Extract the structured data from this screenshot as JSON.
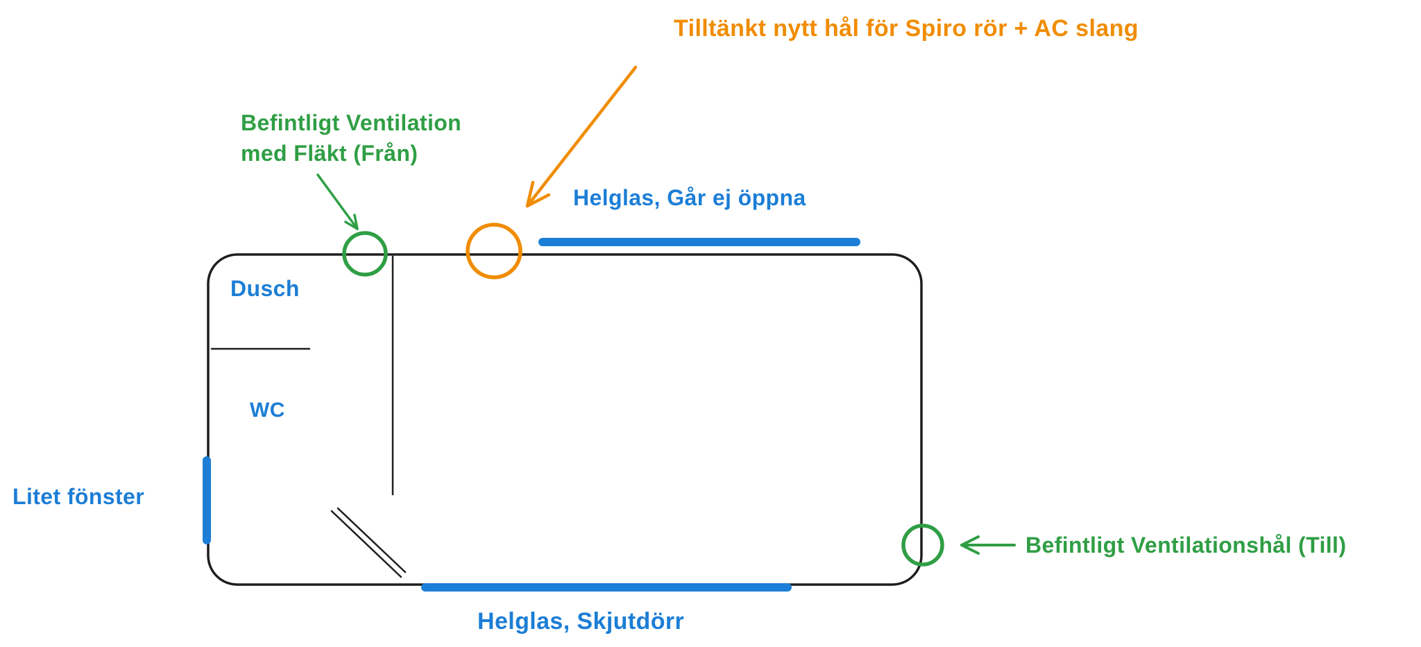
{
  "colors": {
    "ink": "#1e1e1e",
    "blue": "#1c7ed6",
    "green": "#2f9e44",
    "orange": "#f08c00",
    "background": "#ffffff"
  },
  "labels": {
    "new_hole": "Tilltänkt nytt hål för Spiro rör + AC slang",
    "existing_fan_line1": "Befintligt Ventilation",
    "existing_fan_line2": "med Fläkt (Från)",
    "fixed_glass": "Helglas, Går ej öppna",
    "shower": "Dusch",
    "wc": "WC",
    "small_window": "Litet fönster",
    "existing_vent": "Befintligt Ventilationshål (Till)",
    "sliding_door": "Helglas, Skjutdörr"
  }
}
